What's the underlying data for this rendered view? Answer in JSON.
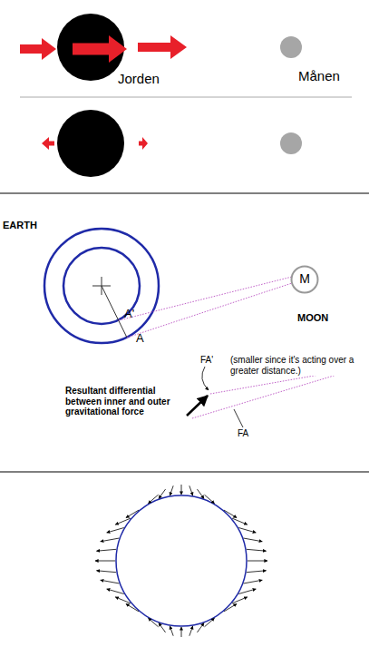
{
  "diagram": {
    "nodes": [
      {
        "text": [
          "M"
        ]
      }
    ],
    "labels": [
      "Jorden",
      "Månen",
      "EARTH",
      "A'",
      "A",
      "MOON",
      "FA'",
      "(smaller since it's acting over a greater distance.)",
      "Resultant differential between inner and outer gravitational force",
      "FA"
    ]
  }
}
